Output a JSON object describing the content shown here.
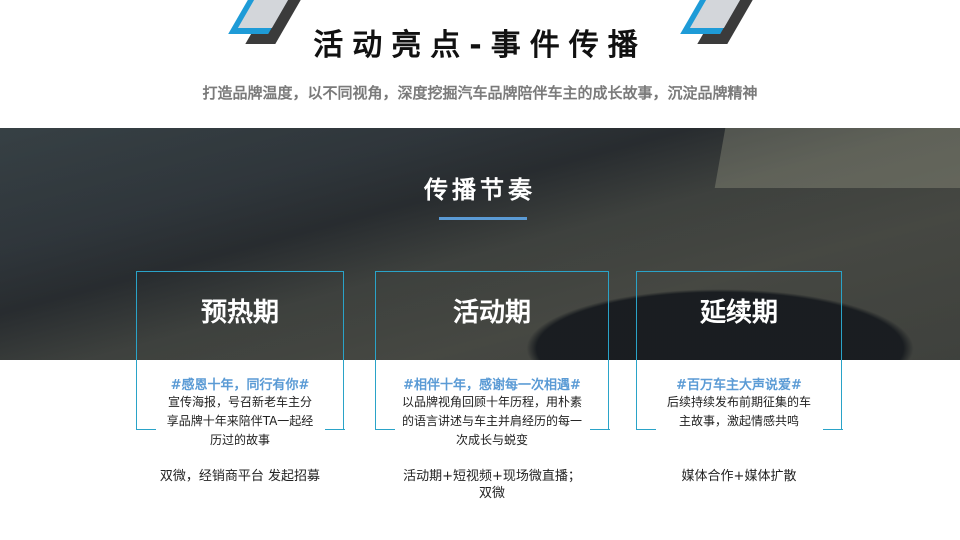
{
  "header": {
    "title": "活动亮点-事件传播",
    "subtitle": "打造品牌温度，以不同视角，深度挖掘汽车品牌陪伴车主的成长故事，沉淀品牌精神",
    "decor_colors": {
      "blue": "#1e9bd7",
      "grey": "#d3d6da",
      "dark": "#3b3b3b"
    }
  },
  "banner": {
    "title": "传播节奏",
    "underline_color": "#5b9bd5"
  },
  "phases": [
    {
      "title": "预热期",
      "hashtag": "#感恩十年，同行有你#",
      "description": [
        "宣传海报，号召新老车主分",
        "享品牌十年来陪伴TA一起经",
        "历过的故事"
      ],
      "channel": [
        "双微，经销商平台 发起招募"
      ]
    },
    {
      "title": "活动期",
      "hashtag": "#相伴十年，感谢每一次相遇#",
      "description": [
        "以品牌视角回顾十年历程，用朴素",
        "的语言讲述与车主并肩经历的每一",
        "次成长与蜕变"
      ],
      "channel": [
        "活动期+短视频+现场微直播；",
        "双微"
      ]
    },
    {
      "title": "延续期",
      "hashtag": "#百万车主大声说爱#",
      "description": [
        "后续持续发布前期征集的车",
        "主故事，激起情感共鸣"
      ],
      "channel": [
        "媒体合作+媒体扩散"
      ]
    }
  ],
  "colors": {
    "card_border": "#2aa3c8",
    "hashtag": "#5b9bd5"
  }
}
